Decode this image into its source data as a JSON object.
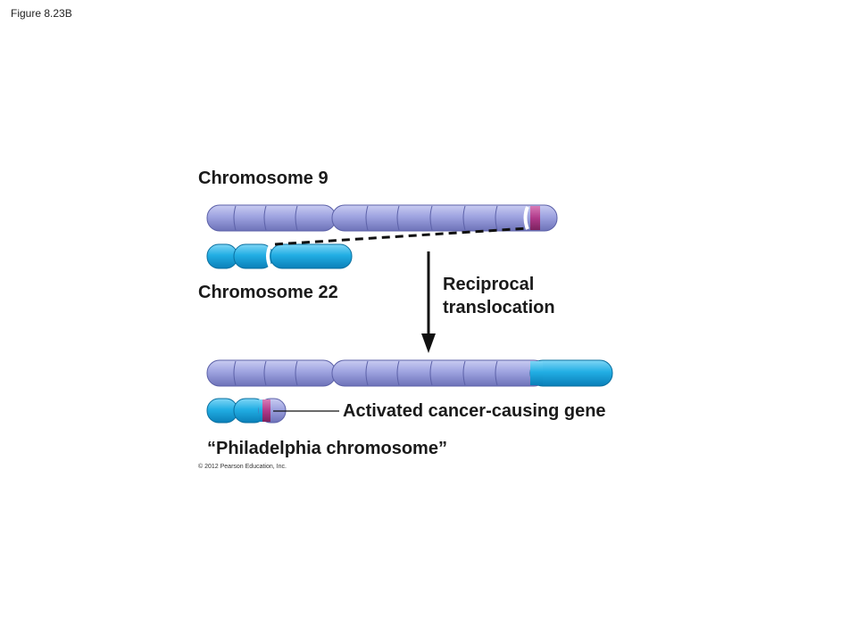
{
  "figure_label": "Figure 8.23B",
  "labels": {
    "chromosome_9": "Chromosome 9",
    "chromosome_22": "Chromosome 22",
    "process": [
      "Reciprocal",
      "translocation"
    ],
    "activated_gene": "Activated cancer-causing gene",
    "philadelphia": "“Philadelphia chromosome”",
    "copyright": "© 2012 Pearson Education, Inc."
  },
  "colors": {
    "chr9": "#9aa0dc",
    "chr9_band": "#6f75c0",
    "chr22": "#1ea8e0",
    "chr22_light": "#6fd0f4",
    "gene_marker": "#b03a8a",
    "arrow": "#111111"
  }
}
